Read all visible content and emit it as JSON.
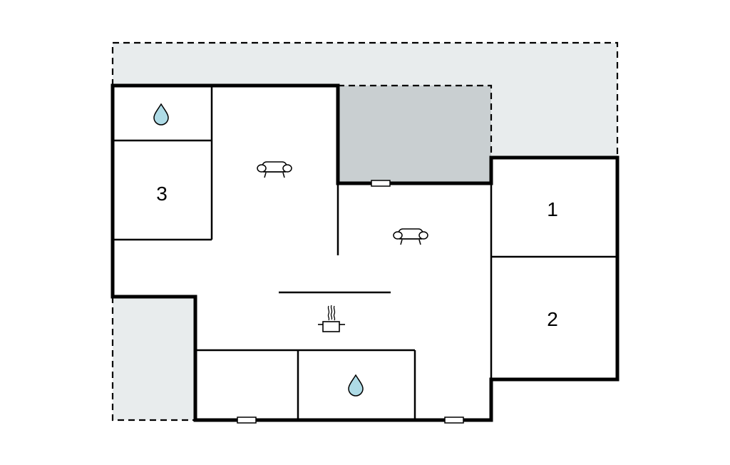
{
  "floorplan": {
    "colors": {
      "outdoor_area": "#e8eced",
      "covered_area": "#c9cfd1",
      "wall": "#000000",
      "water_drop": "#aedbe6",
      "window": "#ffffff"
    },
    "bedrooms": [
      {
        "number": "1"
      },
      {
        "number": "2"
      },
      {
        "number": "3"
      }
    ],
    "icons": {
      "living": "sofa-icon",
      "kitchen": "cooking-pot-icon",
      "bathroom": "water-drop-icon",
      "window": "window-icon"
    }
  }
}
